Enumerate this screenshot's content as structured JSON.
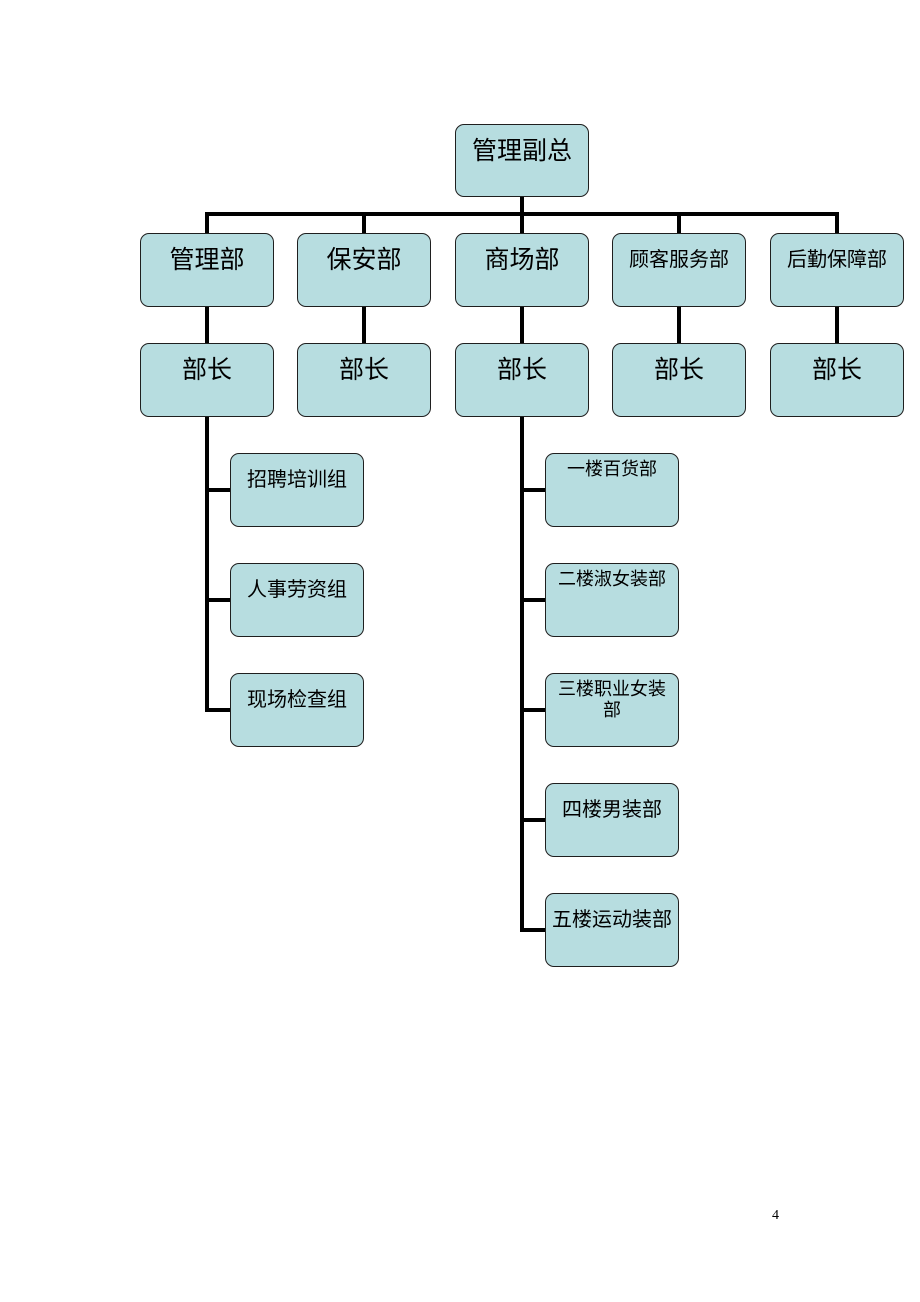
{
  "org_chart": {
    "top": "管理副总",
    "departments": [
      {
        "name": "管理部",
        "head": "部长",
        "subunits": [
          "招聘培训组",
          "人事劳资组",
          "现场检查组"
        ]
      },
      {
        "name": "保安部",
        "head": "部长",
        "subunits": []
      },
      {
        "name": "商场部",
        "head": "部长",
        "subunits": [
          "一楼百货部",
          "二楼淑女装部",
          "三楼职业女装部",
          "四楼男装部",
          "五楼运动装部"
        ]
      },
      {
        "name": "顾客服务部",
        "head": "部长",
        "subunits": []
      },
      {
        "name": "后勤保障部",
        "head": "部长",
        "subunits": []
      }
    ]
  },
  "page_number": "4",
  "colors": {
    "box_fill": "#b7dde0",
    "box_border": "#1f1f1f",
    "connector": "#000000"
  }
}
